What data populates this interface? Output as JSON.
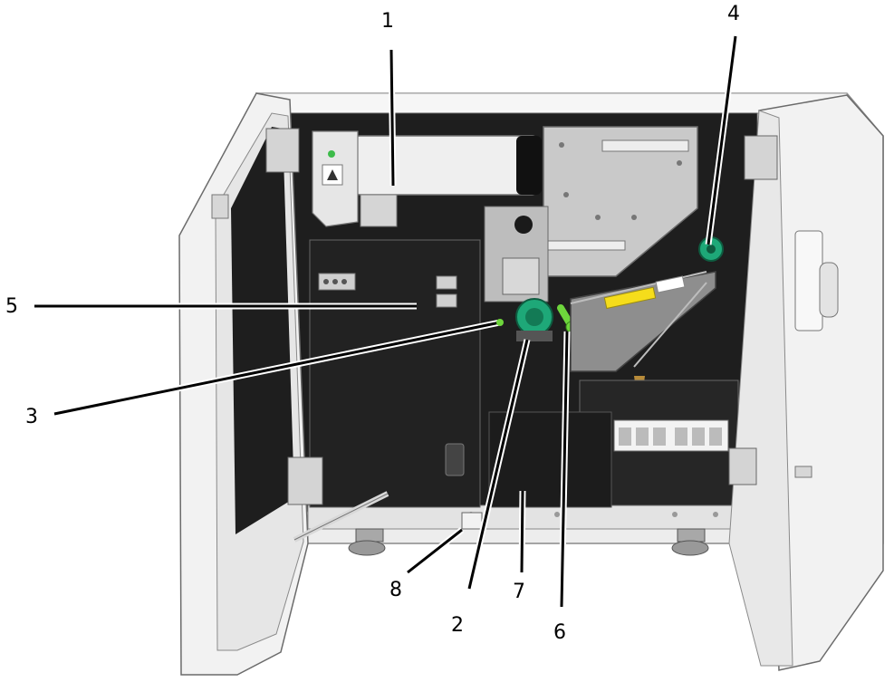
{
  "figure": {
    "callouts": [
      {
        "id": "1",
        "text": "1"
      },
      {
        "id": "2",
        "text": "2"
      },
      {
        "id": "3",
        "text": "3"
      },
      {
        "id": "4",
        "text": "4"
      },
      {
        "id": "5",
        "text": "5"
      },
      {
        "id": "6",
        "text": "6"
      },
      {
        "id": "7",
        "text": "7"
      },
      {
        "id": "8",
        "text": "8"
      }
    ],
    "colors": {
      "cabinet": "#1e1e1e",
      "door": "#f2f2f2",
      "frame": "#d9d9d9",
      "knob_green": "#1ea878",
      "handle_green": "#6ed63c",
      "tape_yellow": "#f5dd1b",
      "plate_grey": "#c8c8c8"
    },
    "icons": [
      "toner-cartridge",
      "green-knob",
      "green-handle",
      "yellow-tape",
      "door-hinge",
      "leveling-foot",
      "instruction-label"
    ]
  }
}
